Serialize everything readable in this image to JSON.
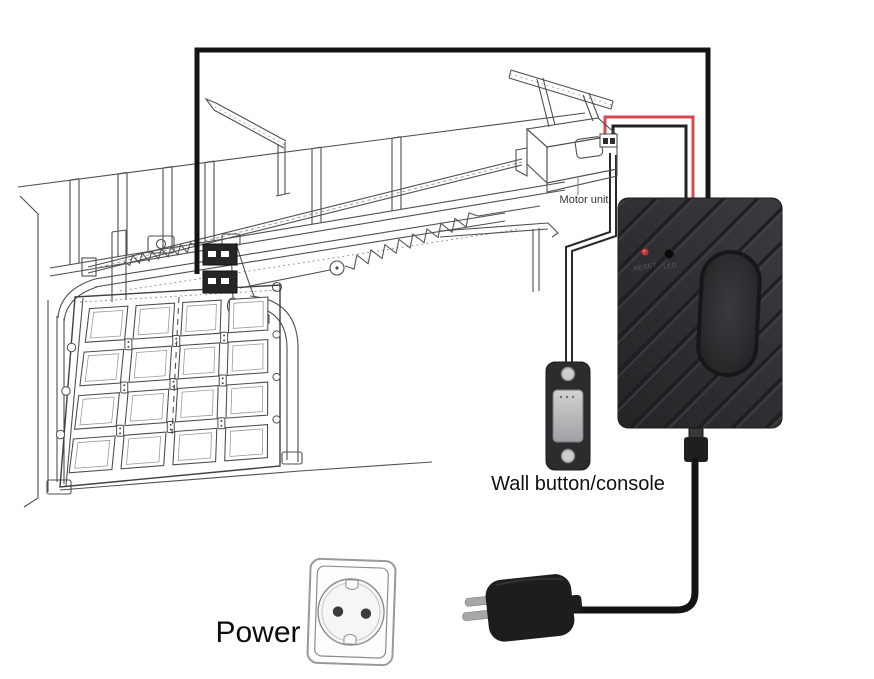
{
  "diagram_labels": {
    "motor_unit": "Motor unit",
    "wall_button": "Wall button/console",
    "power": "Power"
  },
  "receiver_panel": {
    "reset": "RESET",
    "led": "LED"
  },
  "colors": {
    "wire_red": "#d7494f",
    "wire_black": "#141414",
    "wire_thin": "#2a2a2c",
    "receiver_dark": "#242427",
    "receiver_light": "#3b3b3f",
    "line_art": "#4f4f4f"
  }
}
